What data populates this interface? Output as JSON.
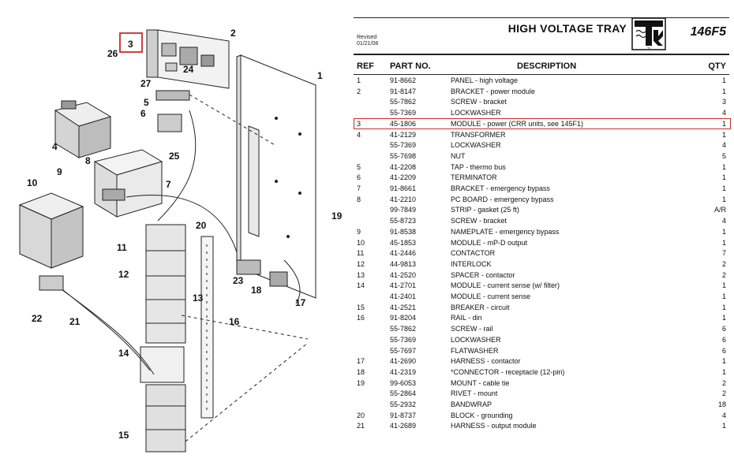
{
  "header": {
    "title": "HIGH VOLTAGE TRAY",
    "model": "146F5",
    "revised_label": "Revised",
    "revised_date": "01/21/08",
    "logo_text": "TK"
  },
  "columns": {
    "ref": "REF",
    "part": "PART NO.",
    "desc": "DESCRIPTION",
    "qty": "QTY"
  },
  "rows": [
    {
      "ref": "1",
      "part": "91-8662",
      "desc": "PANEL - high voltage",
      "qty": "1"
    },
    {
      "ref": "2",
      "part": "91-8147",
      "desc": "BRACKET - power module",
      "qty": "1"
    },
    {
      "ref": "",
      "part": "55-7862",
      "desc": "SCREW - bracket",
      "qty": "3"
    },
    {
      "ref": "",
      "part": "55-7369",
      "desc": "LOCKWASHER",
      "qty": "4"
    },
    {
      "ref": "3",
      "part": "45-1806",
      "desc": "MODULE - power (CRR units, see 145F1)",
      "qty": "1"
    },
    {
      "ref": "4",
      "part": "41-2129",
      "desc": "TRANSFORMER",
      "qty": "1"
    },
    {
      "ref": "",
      "part": "55-7369",
      "desc": "LOCKWASHER",
      "qty": "4"
    },
    {
      "ref": "",
      "part": "55-7698",
      "desc": "NUT",
      "qty": "5"
    },
    {
      "ref": "5",
      "part": "41-2208",
      "desc": "TAP - thermo bus",
      "qty": "1"
    },
    {
      "ref": "6",
      "part": "41-2209",
      "desc": "TERMINATOR",
      "qty": "1"
    },
    {
      "ref": "7",
      "part": "91-8661",
      "desc": "BRACKET - emergency bypass",
      "qty": "1"
    },
    {
      "ref": "8",
      "part": "41-2210",
      "desc": "PC BOARD - emergency bypass",
      "qty": "1"
    },
    {
      "ref": "",
      "part": "99-7849",
      "desc": "STRIP - gasket (25 ft)",
      "qty": "A/R"
    },
    {
      "ref": "",
      "part": "55-8723",
      "desc": "SCREW - bracket",
      "qty": "4"
    },
    {
      "ref": "9",
      "part": "91-8538",
      "desc": "NAMEPLATE - emergency bypass",
      "qty": "1"
    },
    {
      "ref": "10",
      "part": "45-1853",
      "desc": "MODULE - mP-D output",
      "qty": "1"
    },
    {
      "ref": "11",
      "part": "41-2446",
      "desc": "CONTACTOR",
      "qty": "7"
    },
    {
      "ref": "12",
      "part": "44-9813",
      "desc": "INTERLOCK",
      "qty": "2"
    },
    {
      "ref": "13",
      "part": "41-2520",
      "desc": "SPACER - contactor",
      "qty": "2"
    },
    {
      "ref": "14",
      "part": "41-2701",
      "desc": "MODULE - current sense (w/ filter)",
      "qty": "1"
    },
    {
      "ref": "",
      "part": "41-2401",
      "desc": "MODULE - current sense",
      "qty": "1"
    },
    {
      "ref": "15",
      "part": "41-2521",
      "desc": "BREAKER - circuit",
      "qty": "1"
    },
    {
      "ref": "16",
      "part": "91-8204",
      "desc": "RAIL - din",
      "qty": "1"
    },
    {
      "ref": "",
      "part": "55-7862",
      "desc": "SCREW - rail",
      "qty": "6"
    },
    {
      "ref": "",
      "part": "55-7369",
      "desc": "LOCKWASHER",
      "qty": "6"
    },
    {
      "ref": "",
      "part": "55-7697",
      "desc": "FLATWASHER",
      "qty": "6"
    },
    {
      "ref": "17",
      "part": "41-2690",
      "desc": "HARNESS - contactor",
      "qty": "1"
    },
    {
      "ref": "18",
      "part": "41-2319",
      "desc": "*CONNECTOR - receptacle (12-pin)",
      "qty": "1"
    },
    {
      "ref": "19",
      "part": "99-6053",
      "desc": "MOUNT - cable tie",
      "qty": "2"
    },
    {
      "ref": "",
      "part": "55-2864",
      "desc": "RIVET - mount",
      "qty": "2"
    },
    {
      "ref": "",
      "part": "55-2932",
      "desc": "BANDWRAP",
      "qty": "18"
    },
    {
      "ref": "20",
      "part": "91-8737",
      "desc": "BLOCK - grounding",
      "qty": "4"
    },
    {
      "ref": "21",
      "part": "41-2689",
      "desc": "HARNESS - output module",
      "qty": "1"
    }
  ],
  "diagram": {
    "callouts": [
      "1",
      "2",
      "3",
      "4",
      "5",
      "6",
      "7",
      "8",
      "9",
      "10",
      "11",
      "12",
      "13",
      "14",
      "15",
      "16",
      "17",
      "18",
      "19",
      "20",
      "21",
      "22",
      "23",
      "24",
      "25",
      "26",
      "27"
    ]
  },
  "colors": {
    "highlight": "#cc2a2a",
    "ink": "#111111"
  }
}
